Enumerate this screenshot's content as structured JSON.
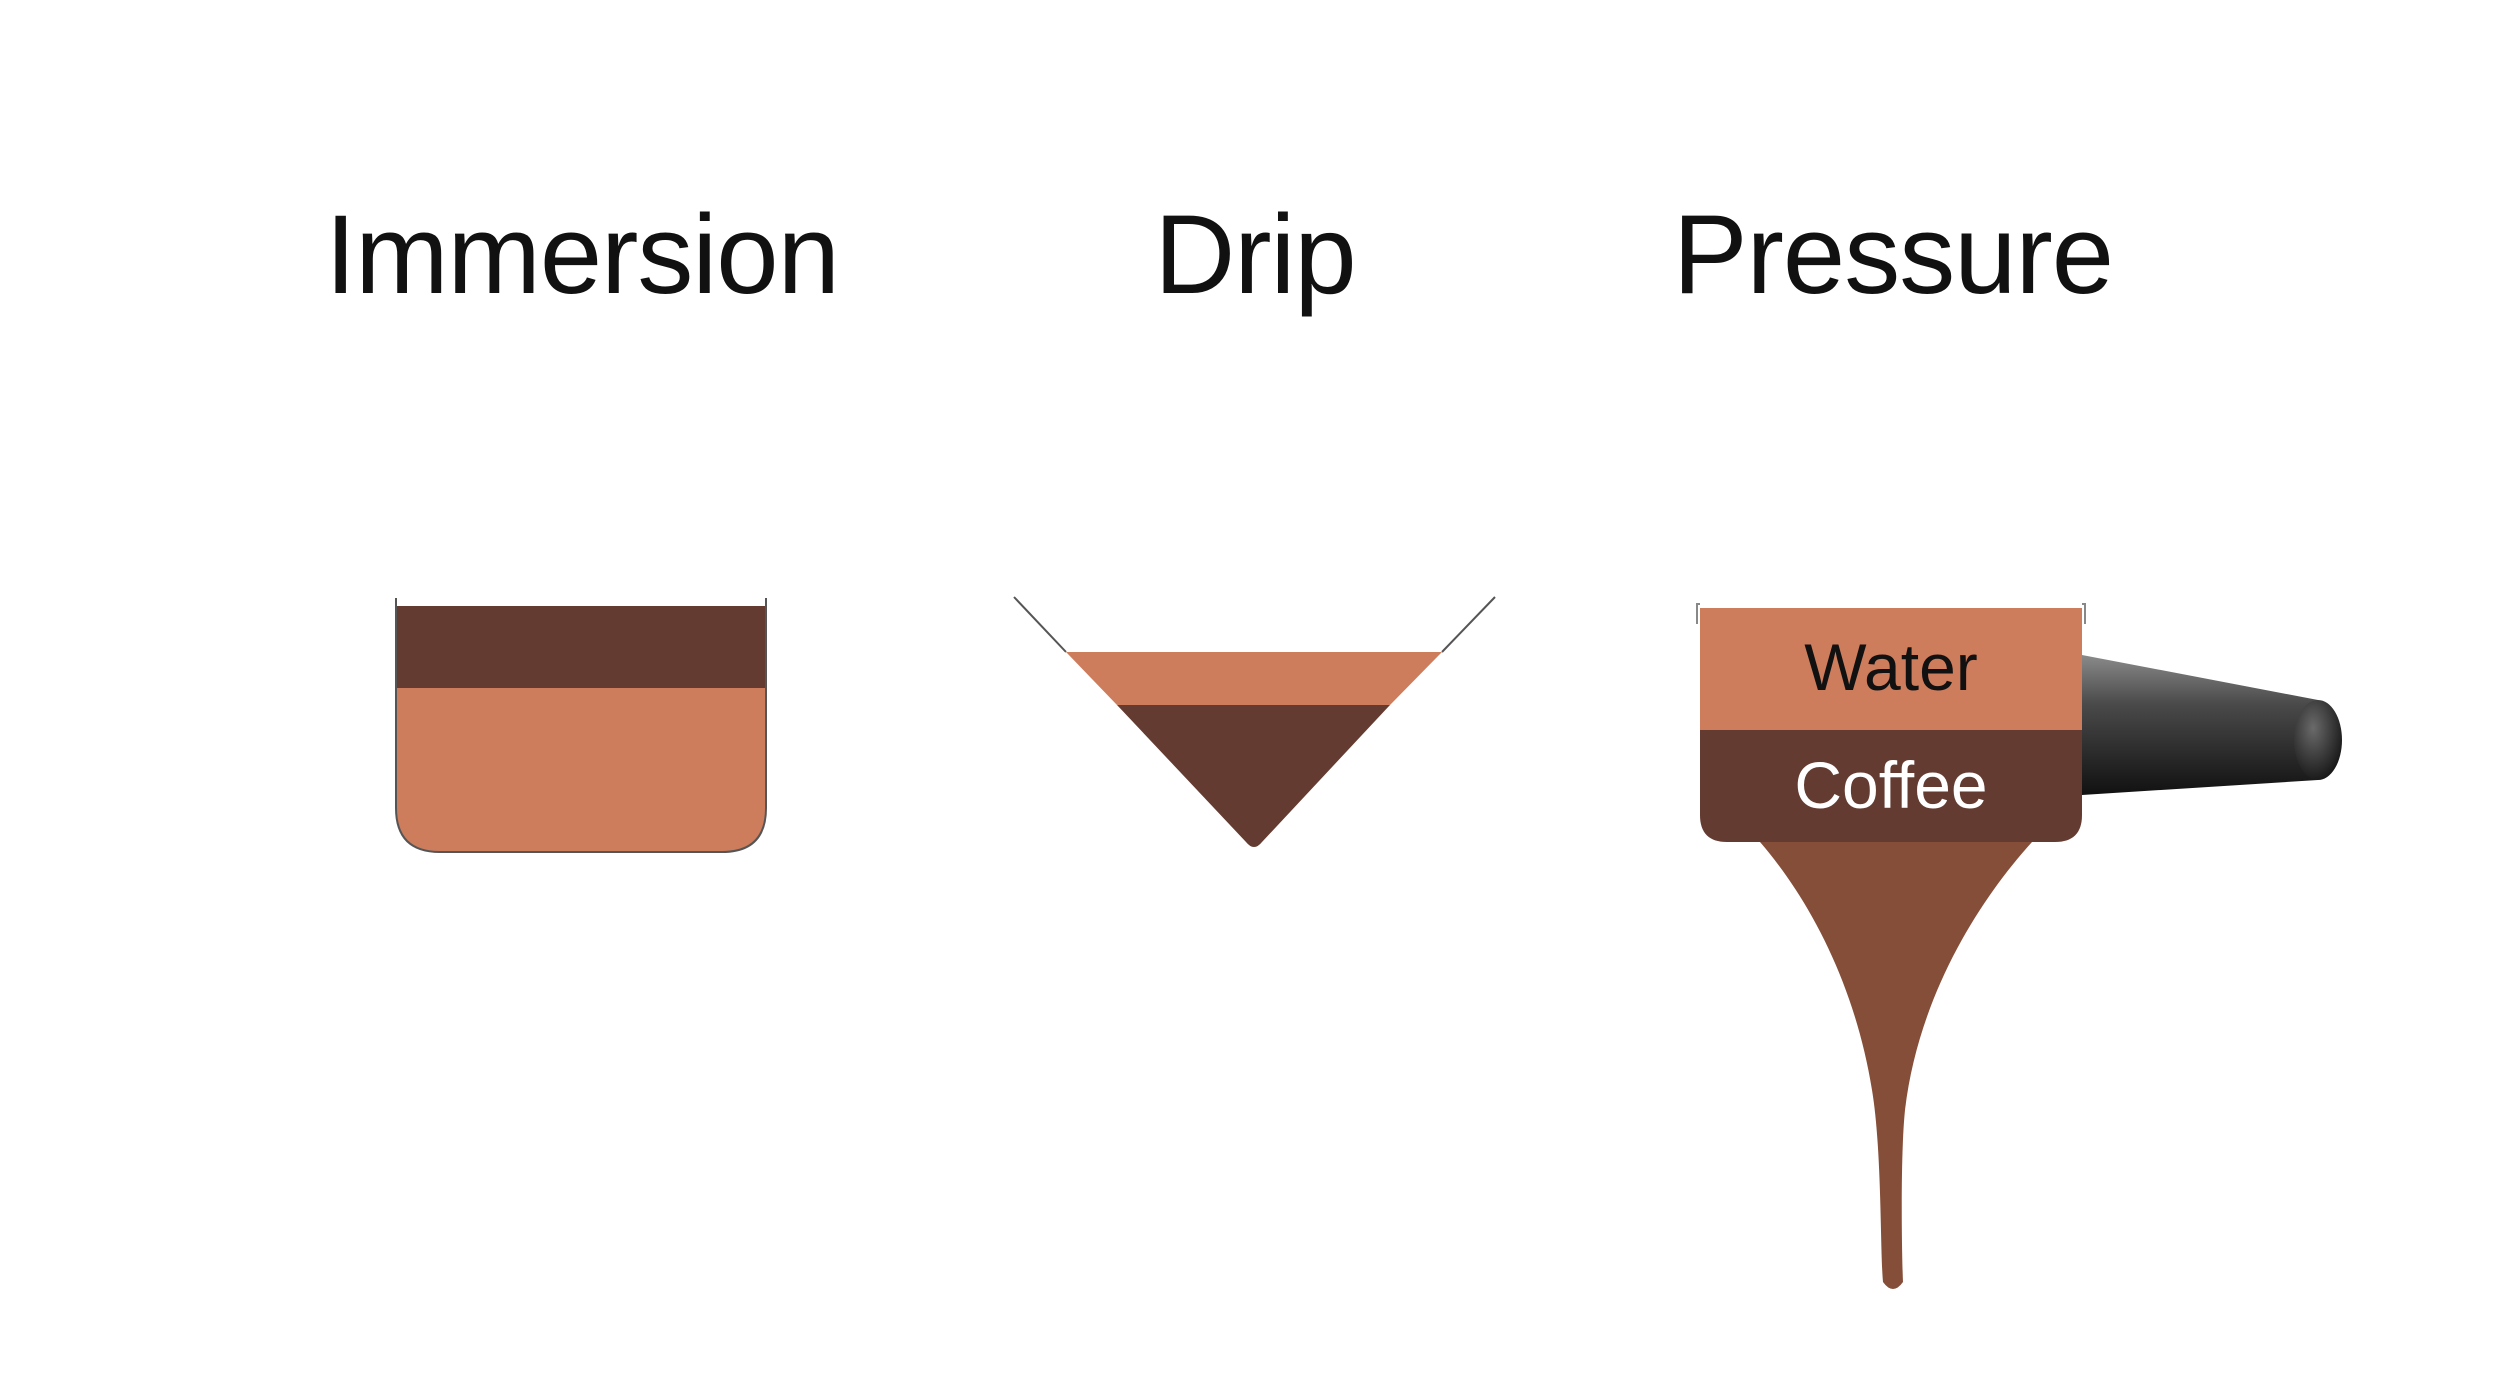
{
  "titles": {
    "immersion": "Immersion",
    "drip": "Drip",
    "pressure": "Pressure"
  },
  "labels": {
    "water": "Water",
    "coffee": "Coffee"
  },
  "colors": {
    "water": "#CD7C5C",
    "coffee": "#633B31",
    "stream": "#854E38",
    "text_dark": "#111111",
    "text_light": "#ffffff",
    "outline": "#555555",
    "pipe": "#2f2f2f"
  }
}
